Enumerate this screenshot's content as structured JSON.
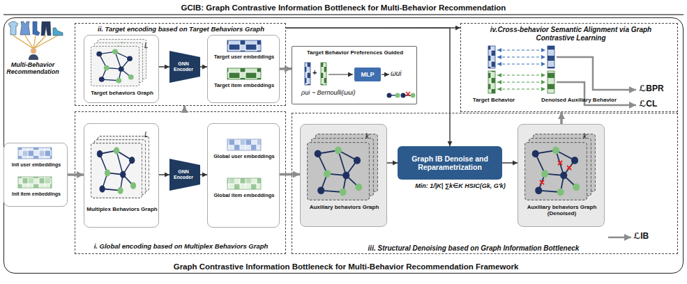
{
  "diagram": {
    "title": "GCIB: Graph Contrastive Information Bottleneck for Multi-Behavior Recommendation",
    "nodes": [
      {
        "text": [
          "Graph Contrastive Information Bottleneck for Multi-Behavior Recommendation Framework"
        ]
      },
      {
        "text": [
          "ii. Target encoding based on Target Behaviors Graph"
        ],
        "in": 0
      },
      {
        "text": [
          "Target behaviors Graph"
        ],
        "in": 1
      },
      {
        "text": [
          "GNN Encoder"
        ],
        "in": 1
      },
      {
        "text": [
          "Target user embeddings",
          "Target item embeddings"
        ],
        "in": 1
      },
      {
        "text": [
          "Target Behavior Preferences Guided"
        ],
        "in": 0
      },
      {
        "text": [
          "MLP"
        ],
        "in": 5
      },
      {
        "text": [
          "iv.Cross-behavior Semantic Alignment via Graph Contrastive Learning"
        ],
        "in": 0
      },
      {
        "text": [
          "Init user embeddings",
          "Init item embeddings"
        ],
        "in": 0
      },
      {
        "text": [
          "i. Global encoding based on Multiplex Behaviors Graph"
        ],
        "in": 0
      },
      {
        "text": [
          "Multiplex Behaviors Graph"
        ],
        "in": 9
      },
      {
        "text": [
          "GNN Encoder"
        ],
        "in": 9
      },
      {
        "text": [
          "Global user embeddings",
          "Global item embeddings"
        ],
        "in": 9
      },
      {
        "text": [
          "iii. Structural Denoising based on Graph Information Bottleneck"
        ],
        "in": 0
      },
      {
        "text": [
          "Auxiliary behaviors Graph"
        ],
        "in": 13
      },
      {
        "text": [
          "Graph IB Denoise and Reparametrization"
        ],
        "in": 13
      },
      {
        "text": [
          "Auxiliary behaviors Graph (Denoised)"
        ],
        "in": 13
      }
    ],
    "edges": [
      {
        "from": 8,
        "to": 10,
        "arrow": "to"
      },
      {
        "from": 10,
        "to": 11,
        "arrow": "to"
      },
      {
        "from": 11,
        "to": 12,
        "arrow": "to"
      },
      {
        "from": 9,
        "to": 1,
        "arrow": "to"
      },
      {
        "from": 2,
        "to": 3,
        "arrow": "to"
      },
      {
        "from": 3,
        "to": 4,
        "arrow": "to"
      },
      {
        "from": 4,
        "to": 5,
        "arrow": "to"
      },
      {
        "from": 12,
        "to": 14,
        "arrow": "to"
      },
      {
        "from": 14,
        "to": 15,
        "arrow": "to"
      },
      {
        "from": 15,
        "to": 16,
        "arrow": "to"
      },
      {
        "from": 1,
        "to": 7,
        "arrow": "to"
      },
      {
        "from": 1,
        "to": 15,
        "arrow": "to"
      },
      {
        "from": 16,
        "to": 7,
        "arrow": "to"
      }
    ],
    "labels": [
      "Multi-Behavior Recommendation",
      "L",
      "L",
      "k",
      "k",
      "ωui",
      "ρui ~ Bernoulli(ωui)",
      "+",
      "Min: 1/|K| ∑k∈K HSIC(Gk, G′k)",
      "ℒBPR",
      "ℒCL",
      "ℒIB",
      "Target Behavior",
      "Denoised Auxiliary Behavior"
    ]
  }
}
